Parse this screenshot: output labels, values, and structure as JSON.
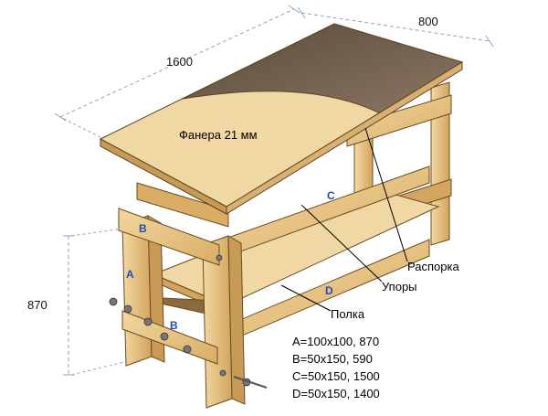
{
  "dimensions": {
    "length": "1600",
    "width": "800",
    "height": "870"
  },
  "callouts": {
    "top": "Фанера 21 мм",
    "spacer": "Распорка",
    "stops": "Упоры",
    "shelf": "Полка"
  },
  "part_labels": {
    "a": "A",
    "b": "B",
    "c": "C",
    "d": "D"
  },
  "spec": [
    "A=100x100, 870",
    "B=50x150, 590",
    "C=50x150, 1500",
    "D=50x150, 1400"
  ],
  "colors": {
    "wood": "#e9c98e",
    "wood_dark": "#c79a55",
    "plywood": "#efd8a3",
    "plywood_dark": "#6b5a48",
    "label_blue": "#1f4fb5",
    "dimension_line": "#8ea3c8"
  }
}
